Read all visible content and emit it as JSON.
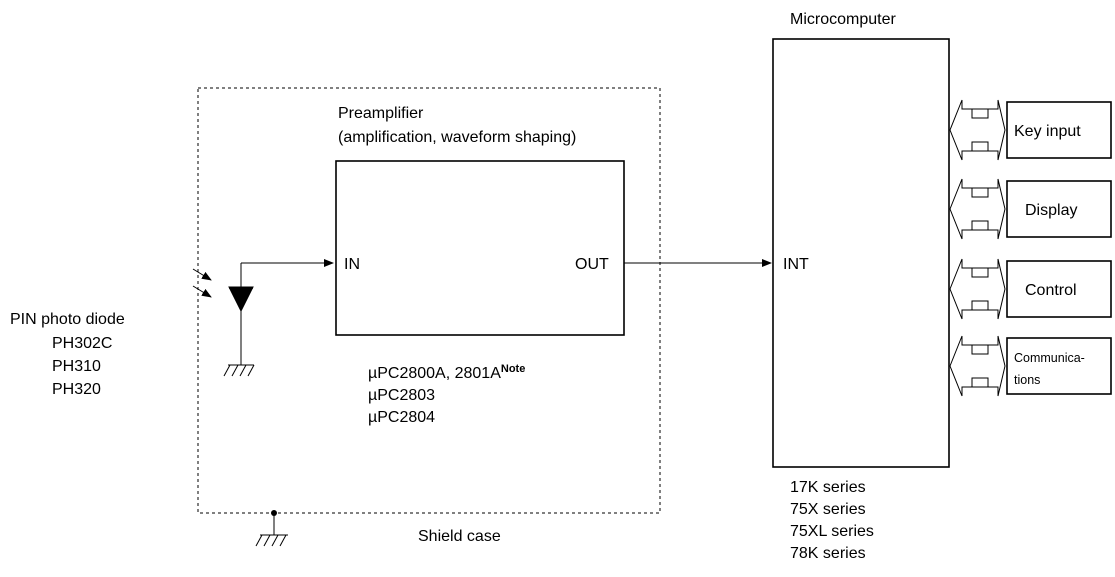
{
  "microcomputer": {
    "title": "Microcomputer",
    "int_label": "INT",
    "series": [
      "17K series",
      "75X series",
      "75XL series",
      "78K series"
    ]
  },
  "preamplifier": {
    "title_line1": "Preamplifier",
    "title_line2": "(amplification, waveform shaping)",
    "in_label": "IN",
    "out_label": "OUT",
    "parts": [
      {
        "name": "µPC2800A, 2801A",
        "note": "Note"
      },
      {
        "name": "µPC2803",
        "note": ""
      },
      {
        "name": "µPC2804",
        "note": ""
      }
    ]
  },
  "photodiode": {
    "title": "PIN photo diode",
    "parts": [
      "PH302C",
      "PH310",
      "PH320"
    ]
  },
  "shield": {
    "label": "Shield case"
  },
  "peripherals": {
    "key_input": "Key input",
    "display": "Display",
    "control": "Control",
    "communications_line1": "Communica-",
    "communications_line2": "tions"
  }
}
